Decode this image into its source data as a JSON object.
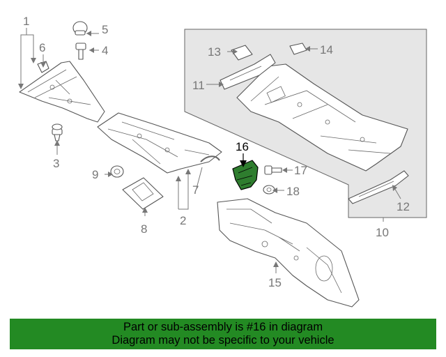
{
  "callouts": {
    "c1": "1",
    "c2": "2",
    "c3": "3",
    "c4": "4",
    "c5": "5",
    "c6": "6",
    "c7": "7",
    "c8": "8",
    "c9": "9",
    "c10": "10",
    "c11": "11",
    "c12": "12",
    "c13": "13",
    "c14": "14",
    "c15": "15",
    "c16": "16",
    "c17": "17",
    "c18": "18"
  },
  "highlight": {
    "part_number": "16",
    "color": "#2e7d2e"
  },
  "banner": {
    "line1": "Part or sub-assembly is #16 in diagram",
    "line2": "Diagram may not be specific to your vehicle",
    "background": "#238a23"
  }
}
